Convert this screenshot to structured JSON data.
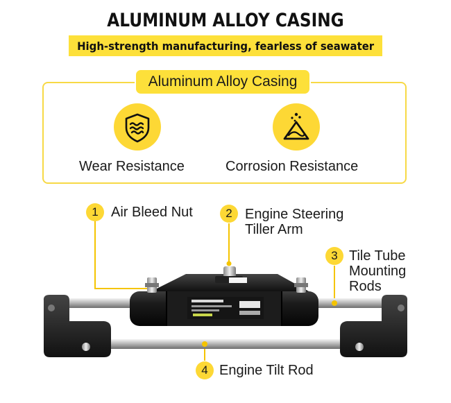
{
  "header": {
    "title": "ALUMINUM ALLOY CASING",
    "subtitle": "High-strength manufacturing, fearless of seawater"
  },
  "feature_panel": {
    "label": "Aluminum Alloy Casing",
    "features": [
      {
        "name": "Wear Resistance",
        "icon": "waves-shield-icon"
      },
      {
        "name": "Corrosion Resistance",
        "icon": "corrosion-warning-icon"
      }
    ]
  },
  "callouts": [
    {
      "number": "1",
      "lines": [
        "Air Bleed Nut"
      ]
    },
    {
      "number": "2",
      "lines": [
        "Engine Steering",
        "Tiller Arm"
      ]
    },
    {
      "number": "3",
      "lines": [
        "Tile Tube",
        "Mounting",
        "Rods"
      ]
    },
    {
      "number": "4",
      "lines": [
        "Engine Tilt Rod"
      ]
    }
  ],
  "colors": {
    "accent": "#fdd835",
    "highlight_bar": "#fde03a",
    "leader_line": "#f5c400",
    "text": "#1a1a1a"
  }
}
